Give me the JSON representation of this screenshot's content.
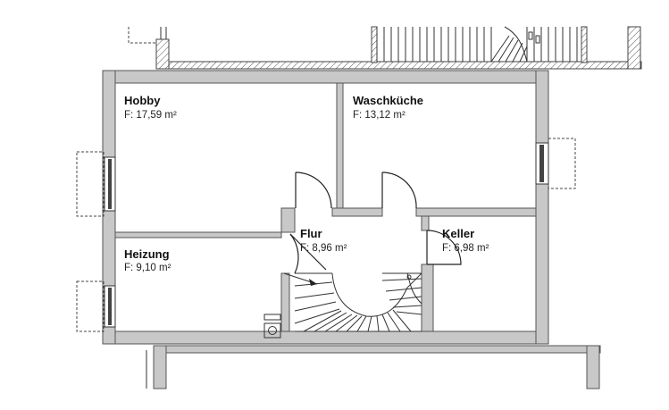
{
  "floor_plan": {
    "rooms": [
      {
        "id": "hobby",
        "name": "Hobby",
        "area": "F: 17,59 m²"
      },
      {
        "id": "waschkueche",
        "name": "Waschküche",
        "area": "F: 13,12 m²"
      },
      {
        "id": "flur",
        "name": "Flur",
        "area": "F: 8,96 m²"
      },
      {
        "id": "keller",
        "name": "Keller",
        "area": "F: 6,98 m²"
      },
      {
        "id": "heizung",
        "name": "Heizung",
        "area": "F: 9,10 m²"
      }
    ]
  }
}
